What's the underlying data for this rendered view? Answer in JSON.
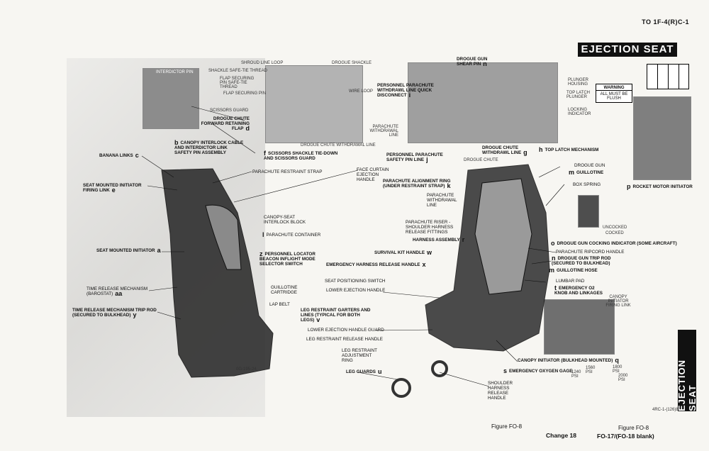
{
  "header": {
    "doc_id": "TO 1F-4(R)C-1",
    "title": "EJECTION SEAT"
  },
  "side_tab": "EJECTION SEAT",
  "inset_codes": {
    "image_code": "4RC-1-(126)83",
    "seat_code": "0G-195-24"
  },
  "warning_box": {
    "title": "WARNING",
    "text": "ALL MUST BE FLUSH"
  },
  "inset_labels": {
    "plunger_housing": "PLUNGER HOUSING",
    "top_latch_plunger": "TOP LATCH PLUNGER",
    "locking_indicator": "LOCKING INDICATOR",
    "uncocked": "UNCOCKED",
    "cocked": "COCKED",
    "canopy_initiator_firing_link": "CANOPY INITIATOR FIRING LINK",
    "interdictor_pin": "INTERDICTOR PIN",
    "shroud_line_loop": "SHROUD LINE LOOP",
    "shackle_safe_tie_thread": "SHACKLE SAFE-TIE THREAD",
    "flap_securing_pin_safe_tie": "FLAP SECURING PIN SAFE-TIE THREAD",
    "flap_securing_pin": "FLAP SECURING PIN",
    "drogue_shackle": "DROGUE SHACKLE",
    "wire_loop": "WIRE LOOP",
    "scissors_guard": "SCISSORS GUARD",
    "drogue_chute_withdrawal_line": "DROGUE CHUTE WITHDRAWAL LINE",
    "parachute_withdrawal_line": "PARACHUTE WITHDRAWAL LINE",
    "drogue_chute_small": "DROGUE CHUTE",
    "psi_1240": "1240 PSI",
    "psi_1560": "1560 PSI",
    "psi_1800": "1800 PSI",
    "psi_2000": "2000 PSI"
  },
  "callouts": {
    "drogue_gun_shear_pin": {
      "text": "DROGUE GUN SHEAR PIN",
      "key": "n"
    },
    "personnel_parachute_withdrawl": {
      "text": "PERSONNEL PARACHUTE WITHDRAWL LINE QUICK DISCONNECT",
      "key": "i"
    },
    "drogue_chute_forward_retaining_flap": {
      "text": "DROGUE CHUTE FORWARD RETAINING FLAP",
      "key": "d"
    },
    "canopy_interlock_cable": {
      "text": "CANOPY INTERLOCK CABLE AND INTERDICTOR LINK SAFETY PIN ASSEMBLY",
      "key": "b"
    },
    "banana_links": {
      "text": "BANANA LINKS",
      "key": "c"
    },
    "scissors_shackle": {
      "text": "SCISSORS SHACKLE TIE-DOWN AND SCISSORS GUARD",
      "key": "f"
    },
    "parachute_restraint_strap": {
      "text": "PARACHUTE RESTRAINT STRAP"
    },
    "seat_mounted_initiator_firing_link": {
      "text": "SEAT MOUNTED INITIATOR FIRING LINK",
      "key": "e"
    },
    "canopy_seat_interlock": {
      "text": "CANOPY-SEAT INTERLOCK BLOCK"
    },
    "parachute_container": {
      "text": "PARACHUTE CONTAINER",
      "key": "l"
    },
    "seat_mounted_initiator": {
      "text": "SEAT MOUNTED INITIATOR",
      "key": "a"
    },
    "personnel_locator_beacon": {
      "text": "PERSONNEL LOCATOR BEACON INFLIGHT MODE SELECTOR SWITCH",
      "key": "z"
    },
    "time_release_mechanism": {
      "text": "TIME RELEASE MECHANISM (BAROSTAT)",
      "key": "aa"
    },
    "guillotine_cartridge": {
      "text": "GUILLOTINE CARTRIDGE"
    },
    "lap_belt": {
      "text": "LAP BELT"
    },
    "time_release_trip_rod": {
      "text": "TIME RELEASE MECHANISM TRIP ROD (SECURED TO BULKHEAD)",
      "key": "y"
    },
    "face_curtain": {
      "text": "FACE CURTAIN EJECTION HANDLE"
    },
    "personnel_parachute_safety_pin": {
      "text": "PERSONNEL PARACHUTE SAFETY PIN LINE",
      "key": "j"
    },
    "drogue_chute_withdrawal": {
      "text": "DROGUE CHUTE WITHDRAWL LINE",
      "key": "g"
    },
    "top_latch_mechanism": {
      "text": "TOP LATCH MECHANISM",
      "key": "h"
    },
    "drogue_gun": {
      "text": "DROGUE GUN"
    },
    "guillotine": {
      "text": "GUILLOTINE",
      "key": "m"
    },
    "parachute_alignment_ring": {
      "text": "PARACHUTE ALIGNMENT RING (UNDER RESTRAINT STRAP)",
      "key": "k"
    },
    "box_spring": {
      "text": "BOX SPRING"
    },
    "rocket_motor_initiator": {
      "text": "ROCKET MOTOR INITIATOR",
      "key": "p"
    },
    "parachute_withdrawal_line_mid": {
      "text": "PARACHUTE WITHDRAWAL LINE"
    },
    "parachute_riser": {
      "text": "PARACHUTE RISER - SHOULDER HARNESS RELEASE FITTINGS"
    },
    "harness_assembly": {
      "text": "HARNESS ASSEMBLY",
      "key": "r"
    },
    "drogue_gun_cocking_indicator": {
      "text": "DROGUE GUN COCKING INDICATOR (SOME AIRCRAFT)",
      "key": "o"
    },
    "parachute_ripcord_handle": {
      "text": "PARACHUTE RIPCORD HANDLE"
    },
    "survival_kit_handle": {
      "text": "SURVIVAL KIT HANDLE",
      "key": "w"
    },
    "drogue_gun_trip_rod": {
      "text": "DROGUE GUN TRIP ROD (SECURED TO BULKHEAD)",
      "key": "n"
    },
    "emergency_harness_release": {
      "text": "EMERGENCY HARNESS RELEASE HANDLE",
      "key": "x"
    },
    "guillotine_hose": {
      "text": "GUILLOTINE HOSE",
      "key": "m"
    },
    "seat_positioning_switch": {
      "text": "SEAT POSITIONING SWITCH"
    },
    "lumbar_pad": {
      "text": "LUMBAR PAD"
    },
    "lower_ejection_handle": {
      "text": "LOWER EJECTION HANDLE"
    },
    "emergency_o2_knob": {
      "text": "EMERGENCY O2 KNOB AND LINKAGES",
      "key": "t"
    },
    "leg_restraint_garters": {
      "text": "LEG RESTRAINT GARTERS AND LINES (TYPICAL FOR BOTH LEGS)",
      "key": "v"
    },
    "lower_ejection_handle_guard": {
      "text": "LOWER EJECTION HANDLE GUARD"
    },
    "leg_restraint_release_handle": {
      "text": "LEG RESTRAINT RELEASE HANDLE"
    },
    "leg_restraint_adjustment_ring": {
      "text": "LEG RESTRAINT ADJUSTMENT RING"
    },
    "canopy_initiator": {
      "text": "CANOPY INITIATOR (BULKHEAD MOUNTED)",
      "key": "q"
    },
    "leg_guards": {
      "text": "LEG GUARDS",
      "key": "u"
    },
    "emergency_oxygen_gage": {
      "text": "EMERGENCY OXYGEN GAGE",
      "key": "s"
    },
    "shoulder_harness_release_handle": {
      "text": "SHOULDER HARNESS RELEASE HANDLE"
    }
  },
  "footer": {
    "figure_left": "Figure FO-8",
    "change": "Change 18",
    "figure_right": "Figure FO-8",
    "page": "FO-17/(FO-18 blank)"
  }
}
